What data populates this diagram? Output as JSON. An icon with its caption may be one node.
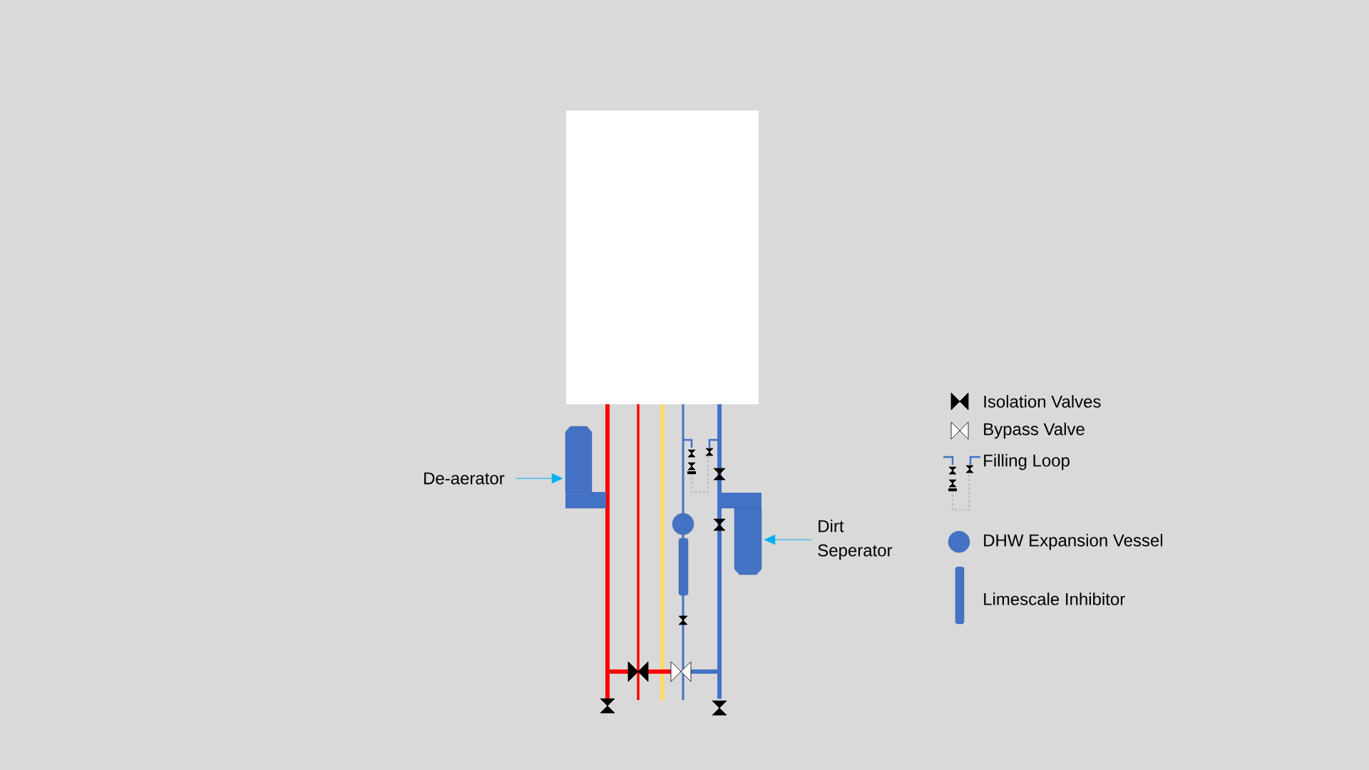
{
  "diagram": {
    "nodes": [
      {
        "text": [],
        "shape": "box"
      },
      {
        "text": [
          "De-aerator"
        ]
      },
      {
        "text": [],
        "shape": "box"
      },
      {
        "text": [
          "Dirt Seperator"
        ]
      },
      {
        "text": [],
        "shape": "box"
      }
    ],
    "edges": [
      {
        "from": 1,
        "to": 2,
        "arrow": "to"
      },
      {
        "from": 3,
        "to": 4,
        "arrow": "to"
      }
    ],
    "legend": [
      {
        "text": "Isolation Valves"
      },
      {
        "text": "Bypass Valve"
      },
      {
        "text": "Filling Loop"
      },
      {
        "text": "DHW Expansion Vessel"
      },
      {
        "text": "Limescale Inhibitor"
      }
    ]
  }
}
